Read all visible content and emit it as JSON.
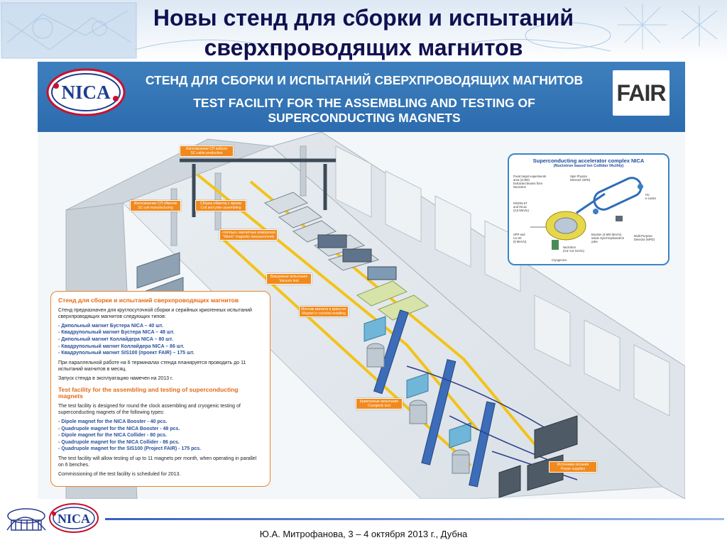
{
  "slide": {
    "title_line1": "Новы стенд для сборки и испытаний",
    "title_line2": "сверхпроводящих магнитов"
  },
  "poster": {
    "title_ru": "СТЕНД ДЛЯ СБОРКИ И ИСПЫТАНИЙ СВЕРХПРОВОДЯЩИХ МАГНИТОВ",
    "title_en": "TEST FACILITY FOR THE ASSEMBLING AND TESTING OF SUPERCONDUCTING MAGNETS",
    "logo_left": "NICA",
    "logo_right": "FAIR",
    "header_color": "#2f6fb0",
    "accent_color": "#f08a1c"
  },
  "labels": [
    {
      "ru": "Изготовление СП кабеля",
      "en": "SC cable production"
    },
    {
      "ru": "Изготовление СП обмоток",
      "en": "SC-coil manufacturing"
    },
    {
      "ru": "Сборка обмотка с ярмом",
      "en": "Coil and yoke assembling"
    },
    {
      "ru": "«теплые» магнитные измерения",
      "en": "\"Warm\" magnetic measurements"
    },
    {
      "ru": "Вакуумные испытания",
      "en": "Vacuum test"
    },
    {
      "ru": "Монтаж магнита в криостат",
      "en": "Magnet in cryostat installing"
    },
    {
      "ru": "Криогенные испытания",
      "en": "Cryogenic test"
    },
    {
      "ru": "Источники питания",
      "en": "Power supplies"
    }
  ],
  "inset": {
    "title": "Superconducting accelerator complex NICA",
    "subtitle": "(Nuclotron based Ion Collider fAcility)",
    "labels": [
      "Fixed target experiments\narea (3,000)\nExtracted beams from\nNuclotron",
      "Spin Physics\nDetector (SPD)",
      "KRION-6T\nand HILac\n(3,5 MeV/u)",
      "SPP and\nLU-20\n(5 MeV/u)",
      "Booster (3-600 MeV/u)\ninside Synchrophasotron\nyoke",
      "Nuclotron\n(0,6–4,5 GeV/u)",
      "Multi-Purpose\nDetector (MPD)",
      "HV\ne-cooler",
      "Cryogenics"
    ]
  },
  "info": {
    "heading_ru": "Стенд для сборки и испытаний сверхпроводящих магнитов",
    "intro_ru": "Стенд предназначен для круглосуточной сборки и серийных криогенных испытаний сверхпроводящих магнитов следующих типов:",
    "list_ru": [
      "Дипольный магнит Бустера NICA – 40 шт.",
      "Квадрупольный магнит Бустера NICA – 48 шт.",
      "Дипольный магнит Коллайдера NICA – 80 шт.",
      "Квадрупольный магнит Коллайдера NICA – 86 шт.",
      "Квадрупольный магнит SIS100 (проект FAIR) – 175 шт."
    ],
    "p2_ru": "При параллельной работе на 6 терминалах стенда планируется проводить до 11 испытаний магнитов в месяц.",
    "p3_ru": "Запуск стенда в эксплуатацию намечен на 2013 г.",
    "heading_en": "Test facility for the assembling and testing of superconducting magnets",
    "intro_en": "The test facility is designed for round the clock assembling and cryogenic testing of superconducting magnets of the following types:",
    "list_en": [
      "Dipole magnet for the NICA Booster - 40 pcs.",
      "Quadrupole magnet for the NICA Booster - 48 pcs.",
      "Dipole magnet for the NICA Collider - 80 pcs.",
      "Quadrupole magnet for the NICA Collider - 86 pcs.",
      "Quadrupole magnet for the SIS100 (Project FAIR) - 175 pcs."
    ],
    "p2_en": "The test facility will allow testing of up to 11 magnets per month, when operating in parallel on 6 benches.",
    "p3_en": "Commissioning of the test facility is scheduled for 2013."
  },
  "footer": {
    "logo_text": "NICA",
    "text": "Ю.А. Митрофанова, 3 – 4 октября 2013 г., Дубна"
  }
}
